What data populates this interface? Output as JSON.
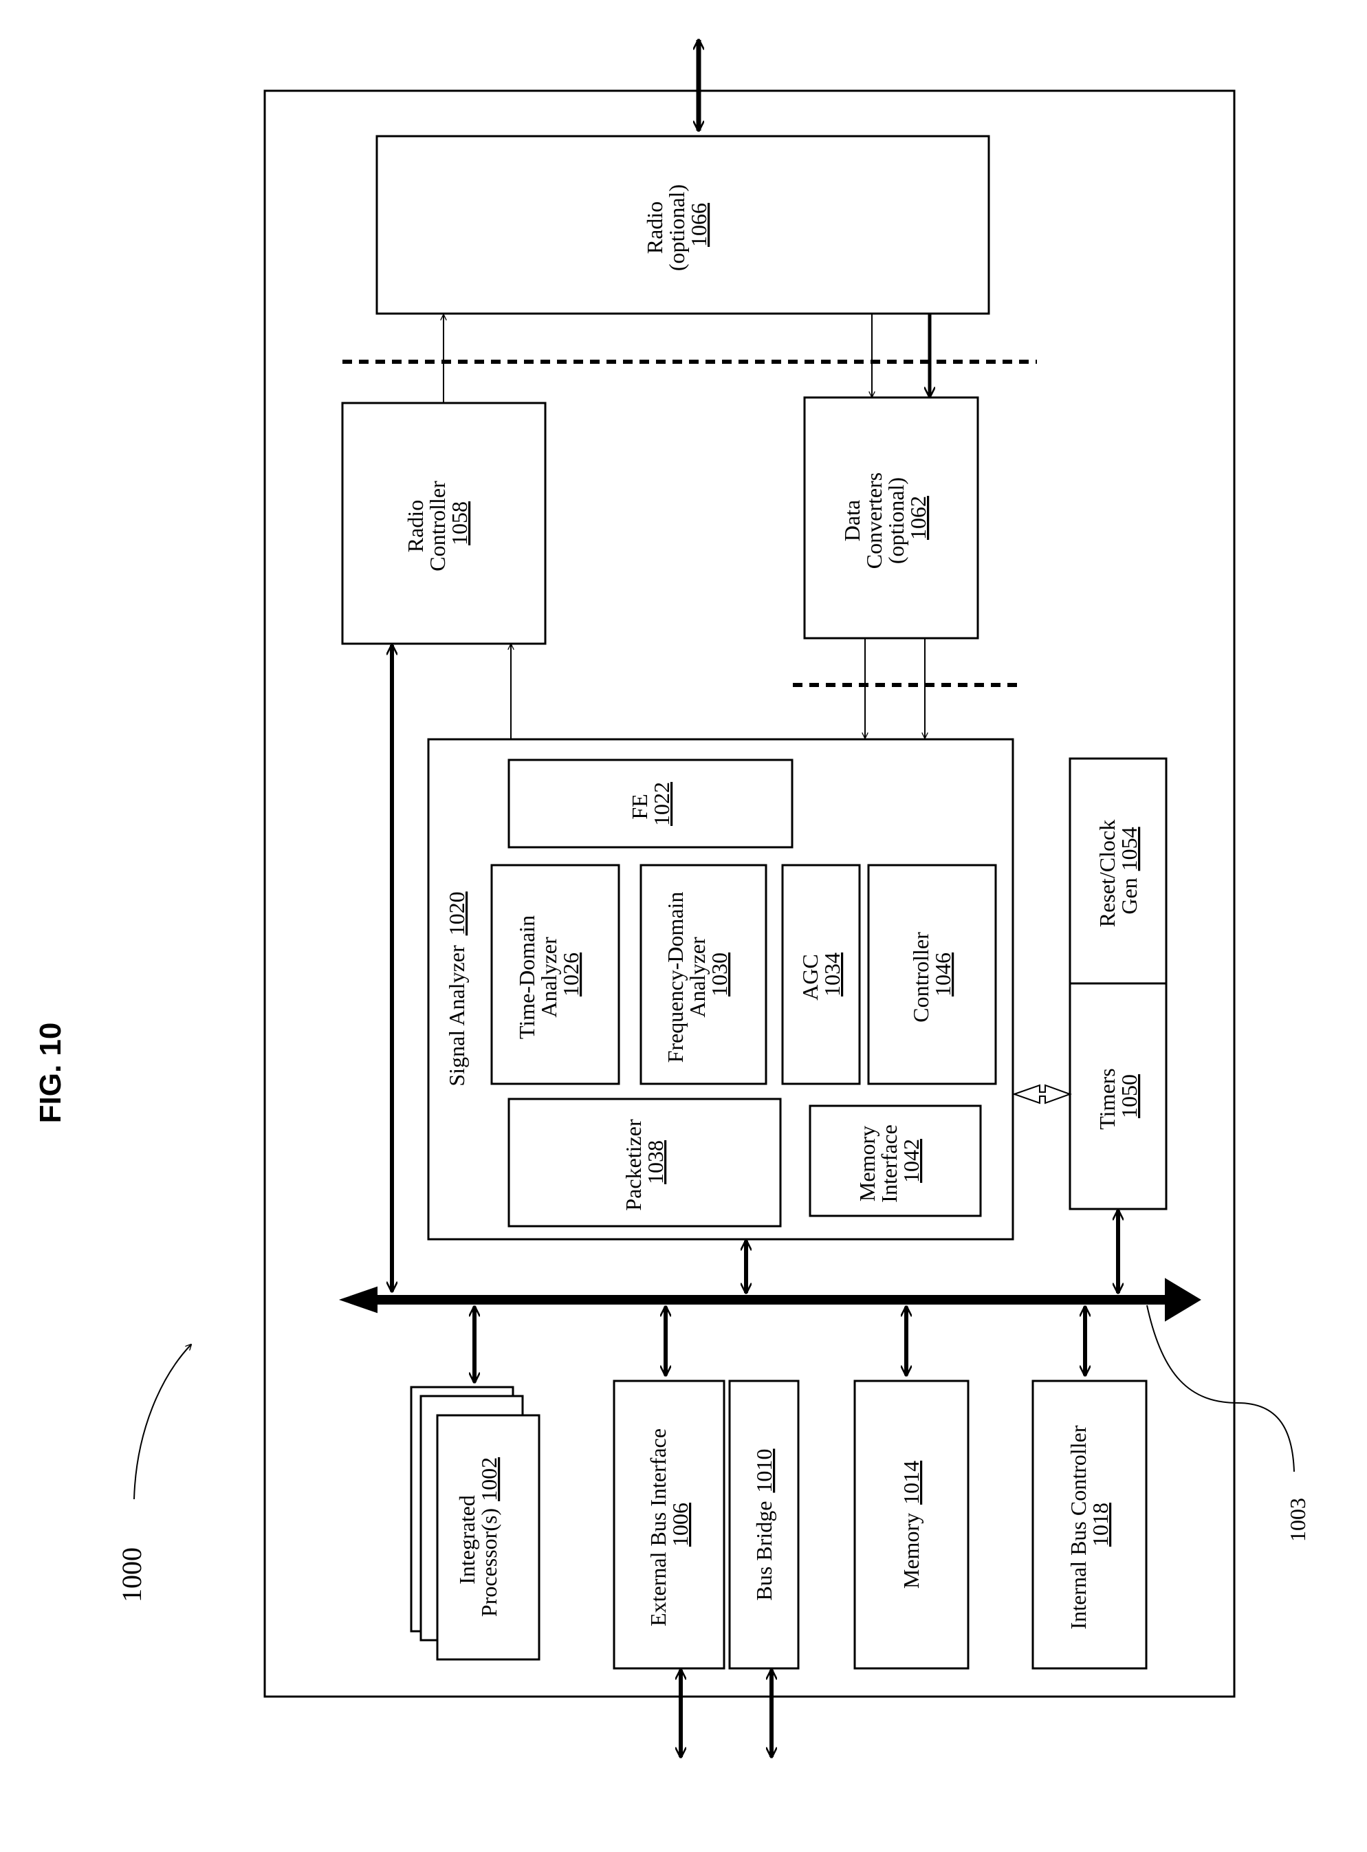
{
  "figure": {
    "title": "FIG. 10",
    "system_ref": "1000",
    "bus_ref": "1003"
  },
  "blocks": {
    "radio": {
      "lines": [
        "Radio",
        "(optional)"
      ],
      "ref": "1066"
    },
    "radio_controller": {
      "lines": [
        "Radio",
        "Controller"
      ],
      "ref": "1058"
    },
    "data_converters": {
      "lines": [
        "Data",
        "Converters",
        "(optional)"
      ],
      "ref": "1062"
    },
    "signal_analyzer": {
      "label": "Signal Analyzer",
      "ref": "1020"
    },
    "fe": {
      "lines": [
        "FE"
      ],
      "ref": "1022"
    },
    "time_domain": {
      "lines": [
        "Time-Domain",
        "Analyzer"
      ],
      "ref": "1026"
    },
    "freq_domain": {
      "lines": [
        "Frequency-Domain",
        "Analyzer"
      ],
      "ref": "1030"
    },
    "agc": {
      "lines": [
        "AGC"
      ],
      "ref": "1034"
    },
    "controller": {
      "lines": [
        "Controller"
      ],
      "ref": "1046"
    },
    "packetizer": {
      "lines": [
        "Packetizer"
      ],
      "ref": "1038"
    },
    "memory_interface": {
      "lines": [
        "Memory",
        "Interface"
      ],
      "ref": "1042"
    },
    "reset_clock": {
      "lines": [
        "Reset/Clock",
        "Gen"
      ],
      "ref": "1054"
    },
    "timers": {
      "lines": [
        "Timers"
      ],
      "ref": "1050"
    },
    "integrated_processors": {
      "lines": [
        "Integrated",
        "Processor(s)"
      ],
      "ref": "1002"
    },
    "external_bus_interface": {
      "lines": [
        "External Bus Interface"
      ],
      "ref": "1006"
    },
    "bus_bridge": {
      "label": "Bus Bridge",
      "ref": "1010"
    },
    "memory": {
      "label": "Memory",
      "ref": "1014"
    },
    "internal_bus_controller": {
      "lines": [
        "Internal Bus Controller"
      ],
      "ref": "1018"
    }
  }
}
